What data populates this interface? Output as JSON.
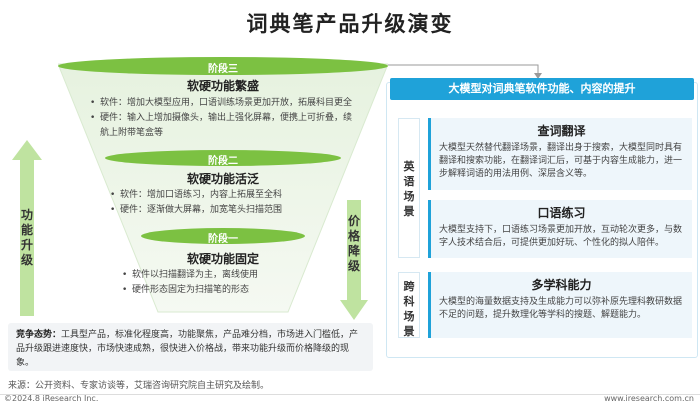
{
  "title": "词典笔产品升级演变",
  "funnel": {
    "stages": [
      {
        "label": "阶段三",
        "title": "软硬功能繁盛",
        "bullets": [
          "软件：增加大模型应用，口语训练场景更加开放，拓展科目更全",
          "硬件：输入上增加摄像头，输出上强化屏幕，便携上可折叠，续航上附带笔盒等"
        ]
      },
      {
        "label": "阶段二",
        "title": "软硬功能活泛",
        "bullets": [
          "软件：增加口语练习，内容上拓展至全科",
          "硬件：逐渐做大屏幕，加宽笔头扫描范围"
        ]
      },
      {
        "label": "阶段一",
        "title": "软硬功能固定",
        "bullets": [
          "软件以扫描翻译为主，离线使用",
          "硬件形态固定为扫描笔的形态"
        ]
      }
    ],
    "left_arrow_text": "功能升级",
    "right_arrow_text": "价格降级"
  },
  "panel": {
    "header": "大模型对词典笔软件功能、内容的提升",
    "groups": [
      {
        "tab": "英语场景",
        "cards": [
          {
            "title": "查词翻译",
            "text": "大模型天然替代翻译场景，翻译出身于搜索，大模型同时具有翻译和搜索功能，在翻译词汇后，可基于内容生成能力，进一步解释词语的用法用例、深层含义等。"
          },
          {
            "title": "口语练习",
            "text": "大模型支持下，口语练习场景更加开放，互动轮次更多，与数字人技术结合后，可提供更加好玩、个性化的拟人陪伴。"
          }
        ]
      },
      {
        "tab": "跨科场景",
        "cards": [
          {
            "title": "多学科能力",
            "text": "大模型的海量数据支持及生成能力可以弥补原先理科教研数据不足的问题，提升数理化等学科的搜题、解题能力。"
          }
        ]
      }
    ]
  },
  "summary": {
    "label": "竞争态势：",
    "text": "工具型产品，标准化程度高，功能聚焦，产品难分档，市场进入门槛低，产品升级跟进速度快，市场快速成熟，很快进入价格战，带来功能升级而价格降级的现象。"
  },
  "source": "来源：公开资料、专家访谈等，艾瑞咨询研究院自主研究及绘制。",
  "copyright": "©2024.8 iResearch Inc.",
  "website": "www.iresearch.com.cn",
  "colors": {
    "accent": "#1fa2d9",
    "stage_green": "#7cc142",
    "arrow_green": "#bfe3a0"
  }
}
